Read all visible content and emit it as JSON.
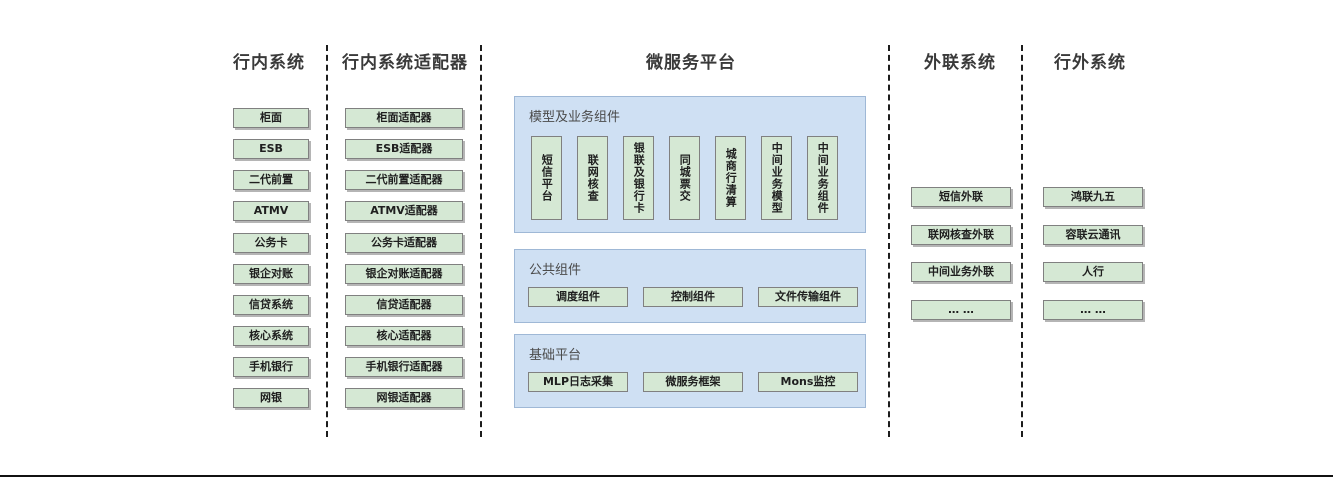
{
  "colors": {
    "box_fill": "#d5e8d4",
    "box_border": "#808080",
    "group_fill": "#cfe0f3",
    "group_border": "#9fb8d6",
    "title_text": "#3a3a3a",
    "divider": "#1d1d1d"
  },
  "columns": {
    "internal_systems": {
      "title": "行内系统",
      "items": [
        "柜面",
        "ESB",
        "二代前置",
        "ATMV",
        "公务卡",
        "银企对账",
        "信贷系统",
        "核心系统",
        "手机银行",
        "网银"
      ]
    },
    "internal_adapters": {
      "title": "行内系统适配器",
      "items": [
        "柜面适配器",
        "ESB适配器",
        "二代前置适配器",
        "ATMV适配器",
        "公务卡适配器",
        "银企对账适配器",
        "信贷适配器",
        "核心适配器",
        "手机银行适配器",
        "网银适配器"
      ]
    },
    "microservice_platform": {
      "title": "微服务平台",
      "groups": [
        {
          "title": "模型及业务组件",
          "items": [
            "短信平台",
            "联网核查",
            "银联及银行卡",
            "同城票交",
            "城商行清算",
            "中间业务模型",
            "中间业务组件"
          ]
        },
        {
          "title": "公共组件",
          "items": [
            "调度组件",
            "控制组件",
            "文件传输组件"
          ]
        },
        {
          "title": "基础平台",
          "items": [
            "MLP日志采集",
            "微服务框架",
            "Mons监控"
          ]
        }
      ]
    },
    "external_link_systems": {
      "title": "外联系统",
      "items": [
        "短信外联",
        "联网核查外联",
        "中间业务外联",
        "… …"
      ]
    },
    "outside_bank_systems": {
      "title": "行外系统",
      "items": [
        "鸿联九五",
        "容联云通讯",
        "人行",
        "… …"
      ]
    }
  }
}
